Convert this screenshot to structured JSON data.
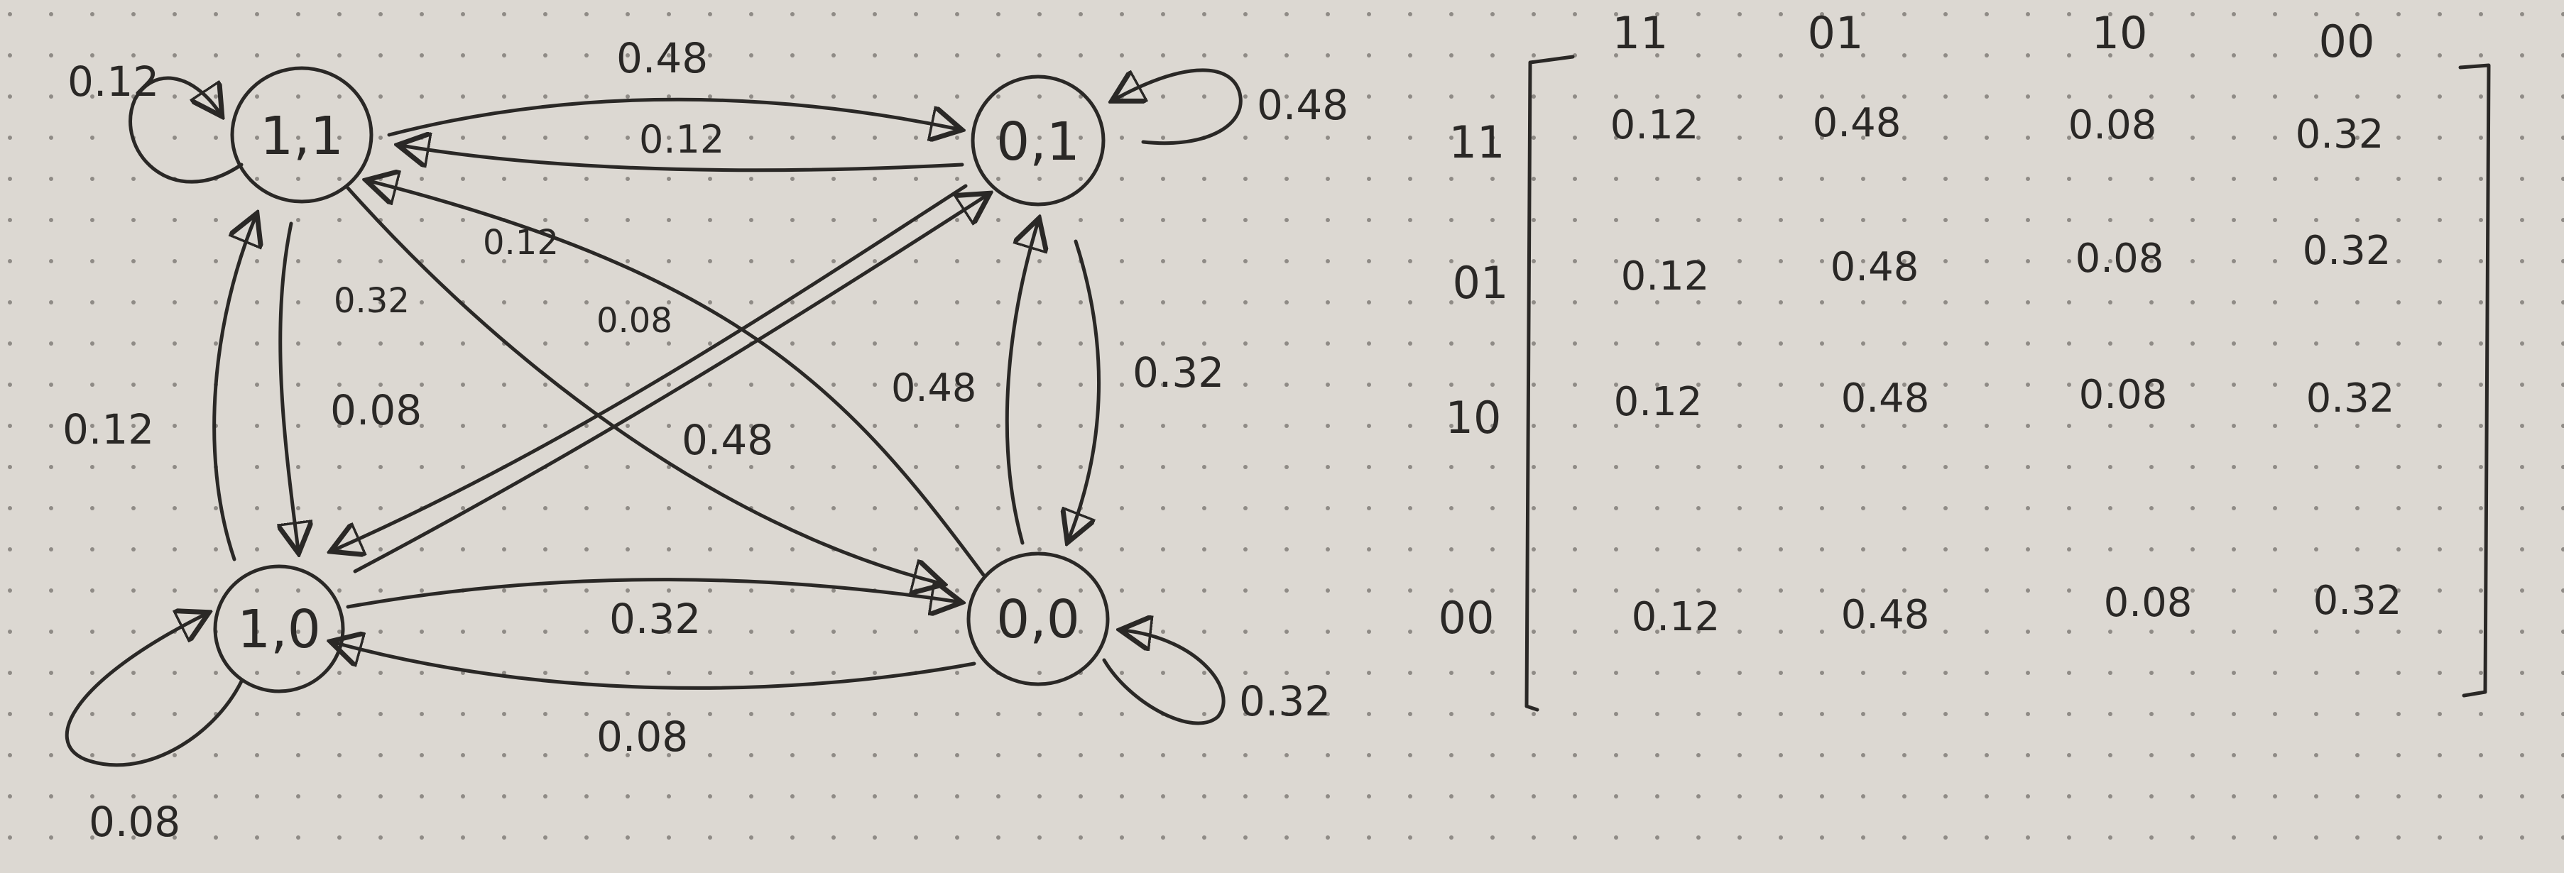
{
  "paper": {
    "background": "#dcd8d2",
    "dot_color": "#8f8b86",
    "ink": "#2a2826"
  },
  "graph": {
    "nodes": [
      {
        "id": "n11",
        "label": "1,1"
      },
      {
        "id": "n01",
        "label": "0,1"
      },
      {
        "id": "n10",
        "label": "1,0"
      },
      {
        "id": "n00",
        "label": "0,0"
      }
    ],
    "edges": [
      {
        "id": "e11_11",
        "from": "1,1",
        "to": "1,1",
        "label": "0.12"
      },
      {
        "id": "e11_01",
        "from": "1,1",
        "to": "0,1",
        "label": "0.48"
      },
      {
        "id": "e01_11",
        "from": "0,1",
        "to": "1,1",
        "label": "0.12"
      },
      {
        "id": "e01_01",
        "from": "0,1",
        "to": "0,1",
        "label": "0.48"
      },
      {
        "id": "e10_11",
        "from": "1,0",
        "to": "1,1",
        "label": "0.12"
      },
      {
        "id": "e11_10",
        "from": "1,1",
        "to": "1,0",
        "label": "0.08"
      },
      {
        "id": "e00_11",
        "from": "0,0",
        "to": "1,1",
        "label": "0.12"
      },
      {
        "id": "e11_00",
        "from": "1,1",
        "to": "0,0",
        "label": "0.32"
      },
      {
        "id": "e01_10",
        "from": "0,1",
        "to": "1,0",
        "label": "0.08"
      },
      {
        "id": "e10_01",
        "from": "1,0",
        "to": "0,1",
        "label": "0.48"
      },
      {
        "id": "e00_01",
        "from": "0,0",
        "to": "0,1",
        "label": "0.48"
      },
      {
        "id": "e01_00",
        "from": "0,1",
        "to": "0,0",
        "label": "0.32"
      },
      {
        "id": "e10_00",
        "from": "1,0",
        "to": "0,0",
        "label": "0.32"
      },
      {
        "id": "e00_10",
        "from": "0,0",
        "to": "1,0",
        "label": "0.08"
      },
      {
        "id": "e10_10",
        "from": "1,0",
        "to": "1,0",
        "label": "0.08"
      },
      {
        "id": "e00_00",
        "from": "0,0",
        "to": "0,0",
        "label": "0.32"
      }
    ]
  },
  "matrix": {
    "col_headers": [
      "11",
      "01",
      "10",
      "00"
    ],
    "row_headers": [
      "11",
      "01",
      "10",
      "00"
    ],
    "rows": [
      [
        "0.12",
        "0.48",
        "0.08",
        "0.32"
      ],
      [
        "0.12",
        "0.48",
        "0.08",
        "0.32"
      ],
      [
        "0.12",
        "0.48",
        "0.08",
        "0.32"
      ],
      [
        "0.12",
        "0.48",
        "0.08",
        "0.32"
      ]
    ]
  }
}
